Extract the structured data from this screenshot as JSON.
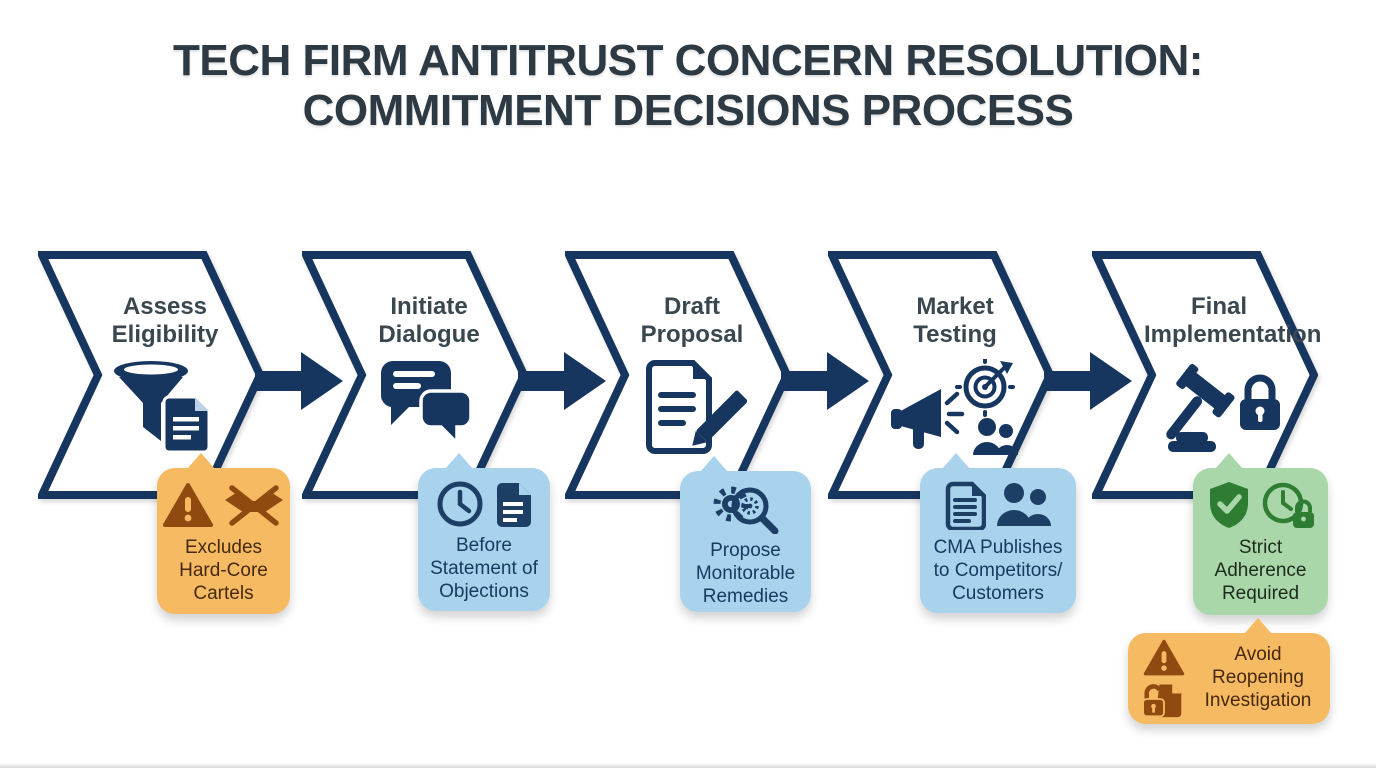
{
  "title": {
    "line1": "TECH FIRM ANTITRUST CONCERN RESOLUTION:",
    "line2": "COMMITMENT DECISIONS PROCESS",
    "full": "TECH FIRM ANTITRUST CONCERN RESOLUTION:\nCOMMITMENT DECISIONS PROCESS"
  },
  "steps": [
    {
      "label": "Assess\nEligibility",
      "icons": [
        "funnel-icon",
        "document-icon"
      ]
    },
    {
      "label": "Initiate\nDialogue",
      "icons": [
        "chat-bubbles-icon"
      ]
    },
    {
      "label": "Draft\nProposal",
      "icons": [
        "document-pencil-icon"
      ]
    },
    {
      "label": "Market\nTesting",
      "icons": [
        "megaphone-icon",
        "target-dart-icon",
        "people-icon"
      ]
    },
    {
      "label": "Final\nImplementation",
      "icons": [
        "gavel-icon",
        "lock-icon"
      ]
    }
  ],
  "callouts": [
    {
      "text": "Excludes\nHard-Core\nCartels",
      "type": "warning",
      "icons": [
        "warning-triangle-icon",
        "no-handshake-icon"
      ],
      "attached_to": "Assess Eligibility"
    },
    {
      "text": "Before\nStatement of\nObjections",
      "type": "info",
      "icons": [
        "clock-icon",
        "document-icon"
      ],
      "attached_to": "Initiate Dialogue"
    },
    {
      "text": "Propose\nMonitorable\nRemedies",
      "type": "info",
      "icons": [
        "gear-magnifier-icon"
      ],
      "attached_to": "Draft Proposal"
    },
    {
      "text": "CMA Publishes\nto Competitors/\nCustomers",
      "type": "info",
      "icons": [
        "document-icon",
        "people-icon"
      ],
      "attached_to": "Market Testing"
    },
    {
      "text": "Strict\nAdherence\nRequired",
      "type": "success",
      "icons": [
        "shield-check-icon",
        "clock-lock-icon"
      ],
      "attached_to": "Final Implementation"
    },
    {
      "text": "Avoid\nReopening\nInvestigation",
      "type": "warning",
      "icons": [
        "warning-triangle-icon",
        "unlock-document-icon"
      ],
      "attached_to": "Strict Adherence Required"
    }
  ],
  "colors": {
    "navy": "#17365f",
    "title_text": "#2d3a43",
    "step_text": "#3a474f",
    "chevron_fill": "#ffffff",
    "warning_bg": "#f5ba62",
    "warning_icon": "#8f4a10",
    "warning_text": "#46290e",
    "info_bg": "#a9d2ec",
    "info_icon": "#1d3f66",
    "info_text": "#173a5f",
    "success_bg": "#a9d7aa",
    "success_icon": "#2e7d32",
    "success_text": "#1d2b1d"
  }
}
